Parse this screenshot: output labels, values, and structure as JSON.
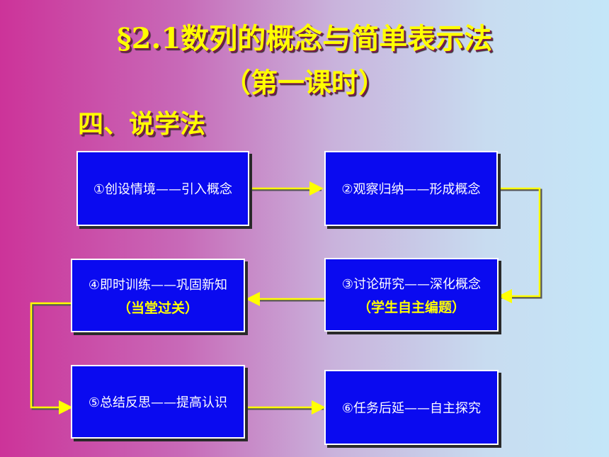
{
  "title": "§2.1数列的概念与简单表示法",
  "subtitle": "（第一课时）",
  "section": "四、说学法",
  "colors": {
    "box_fill": "#0a0af0",
    "arrow": "#ffff00",
    "title": "#ffff00",
    "sub_label": "#ffff00"
  },
  "steps": [
    {
      "label": "①创设情境——引入概念"
    },
    {
      "label": "②观察归纳——形成概念"
    },
    {
      "label": "③讨论研究——深化概念",
      "sub": "（学生自主编题）"
    },
    {
      "label": "④即时训练——巩固新知",
      "sub": "（当堂过关）"
    },
    {
      "label": "⑤总结反思——提高认识"
    },
    {
      "label": "⑥任务后延——自主探究"
    }
  ]
}
